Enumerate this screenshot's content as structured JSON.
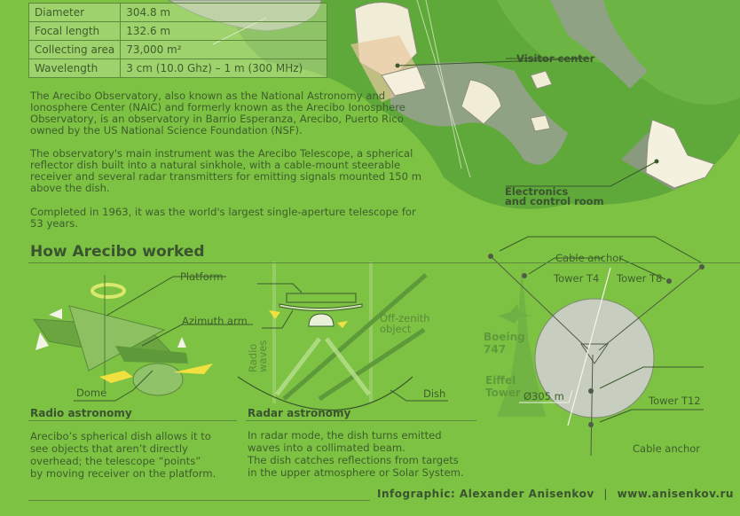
{
  "specs": [
    {
      "label": "Diameter",
      "value": "304.8 m"
    },
    {
      "label": "Focal length",
      "value": "132.6 m"
    },
    {
      "label": "Collecting area",
      "value": "73,000 m²"
    },
    {
      "label": "Wavelength",
      "value": "3 cm (10.0 Ghz) – 1 m (300 MHz)"
    }
  ],
  "intro": [
    "The Arecibo Observatory, also known as the National Astronomy and Ionosphere Center (NAIC) and formerly known as the Arecibo Ionosphere Observatory, is an observatory in Barrio Esperanza, Arecibo, Puerto Rico owned by the US National Science Foundation (NSF).",
    "The observatory's main instrument was the Arecibo Telescope, a spherical reflector dish built into a natural sinkhole, with a cable-mount steerable receiver and several radar transmitters for emitting signals mounted 150 m above the dish.",
    "Completed in 1963, it was the world's largest single-aperture telescope for 53 years."
  ],
  "map_labels": {
    "visitor_center": "Visitor center",
    "electronics_1": "Electronics",
    "electronics_2": "and control room"
  },
  "section_title": "How Arecibo worked",
  "radio": {
    "platform": "Platform",
    "azimuth_arm": "Azimuth arm",
    "dome": "Dome",
    "title": "Radio astronomy",
    "text": [
      "Arecibo’s spherical dish allows it to",
      "see objects that aren’t directly",
      "overhead; the telescope “points”",
      "by moving receiver on the platform."
    ]
  },
  "radar": {
    "radio_waves_1": "Radio",
    "radio_waves_2": "waves",
    "off_zenith_1": "Off-zenith",
    "off_zenith_2": "object",
    "dish": "Dish",
    "title": "Radar astronomy",
    "text": [
      "In radar mode, the dish turns emitted",
      "waves into a collimated beam.",
      "The dish catches reflections from targets",
      "in the upper atmosphere or Solar System."
    ]
  },
  "scale": {
    "cable_anchor_top": "Cable anchor",
    "tower_t4": "Tower T4",
    "tower_t8": "Tower T8",
    "tower_t12": "Tower T12",
    "cable_anchor_bottom": "Cable anchor",
    "diameter": "Ø305 m",
    "boeing_1": "Boeing",
    "boeing_2": "747",
    "eiffel_1": "Eiffel",
    "eiffel_2": "Tower"
  },
  "footer": {
    "credit": "Infographic: Alexander Anisenkov",
    "sep": "|",
    "url": "www.anisenkov.ru"
  }
}
